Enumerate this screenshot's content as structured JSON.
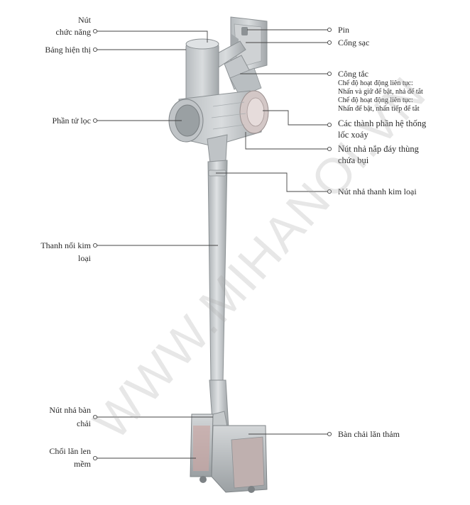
{
  "labels": {
    "function_button_1": "Nút",
    "function_button_2": "chức năng",
    "display_panel": "Bảng hiện thị",
    "filter_element": "Phần tử lọc",
    "metal_rod_1": "Thanh nối kim",
    "metal_rod_2": "loại",
    "brush_release_1": "Nút nhả bàn",
    "brush_release_2": "chải",
    "soft_roller_1": "Chổi lăn len",
    "soft_roller_2": "mềm",
    "battery": "Pin",
    "charging_port": "Cổng sạc",
    "switch": "Công tắc",
    "mode_continuous_1": "Chế độ hoạt động liên tục:",
    "mode_hold": "Nhấn và giữ để bật, nhả để tắt",
    "mode_continuous_2": "Chế độ hoạt động liên tục:",
    "mode_press": "Nhấn để bật, nhấn tiếp để tắt",
    "cyclone_1": "Các thành phần hệ thống",
    "cyclone_2": "lốc xoáy",
    "dustbin_release_1": "Nút nhả nắp đáy thùng",
    "dustbin_release_2": "chứa bụi",
    "rod_release": "Nút nhả thanh kim loại",
    "carpet_brush": "Bàn chải lăn thảm"
  },
  "watermark": "WWW.MIHANOI.VN",
  "colors": {
    "body_light": "#d6dadc",
    "body_mid": "#b8bdc0",
    "body_dark": "#8f9599",
    "accent_head": "#c9a6a4",
    "line": "#444444"
  }
}
